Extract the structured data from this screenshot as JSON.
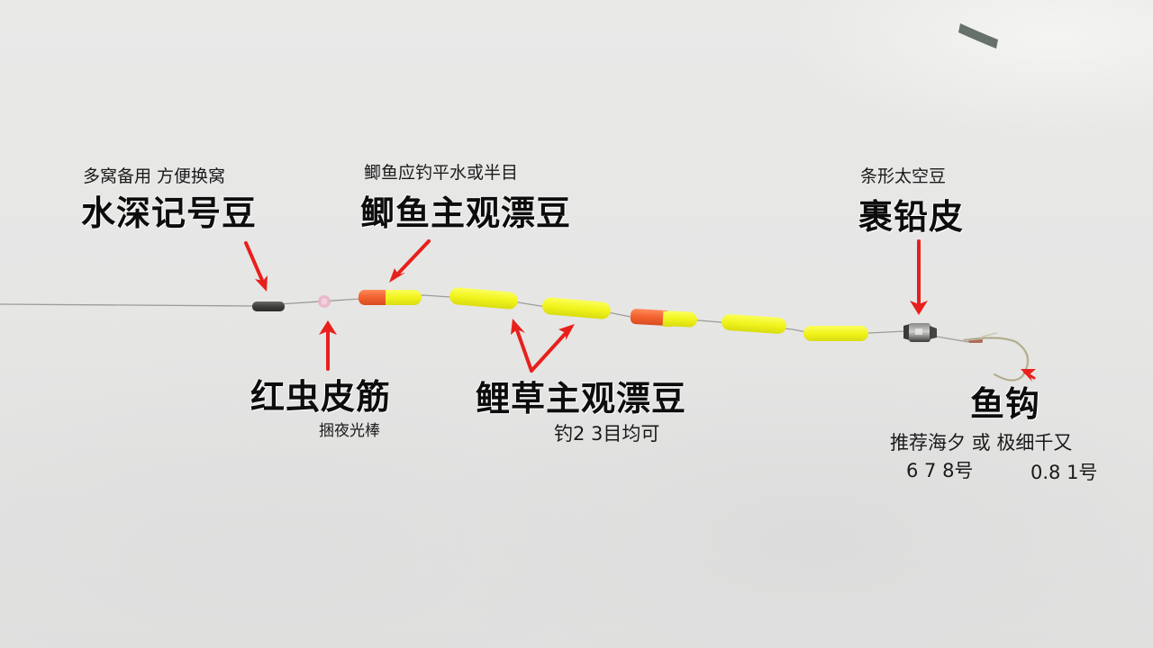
{
  "annotations": {
    "depth_marker": {
      "subtitle": "多窝备用  方便换窝",
      "title": "水深记号豆"
    },
    "crucian_float": {
      "subtitle": "鲫鱼应钓平水或半目",
      "title": "鲫鱼主观漂豆"
    },
    "lead_sleeve": {
      "subtitle": "条形太空豆",
      "title": "裹铅皮"
    },
    "red_rubber": {
      "title": "红虫皮筋",
      "subtitle": "捆夜光棒"
    },
    "carp_float": {
      "title": "鲤草主观漂豆",
      "subtitle": "钓2  3目均可"
    },
    "hook": {
      "title": "鱼钩",
      "subtitle_line1": "推荐海夕 或 极细千又",
      "subtitle_left": "6 7 8号",
      "subtitle_right": "0.8  1号"
    }
  },
  "colors": {
    "arrow": "#e8201c",
    "bean_yellow": "#f2f21a",
    "bean_orange": "#f26a3a",
    "marker_dark": "#4a4a48",
    "line": "#9a9a98",
    "rubber_pink": "#e9a8c4"
  }
}
